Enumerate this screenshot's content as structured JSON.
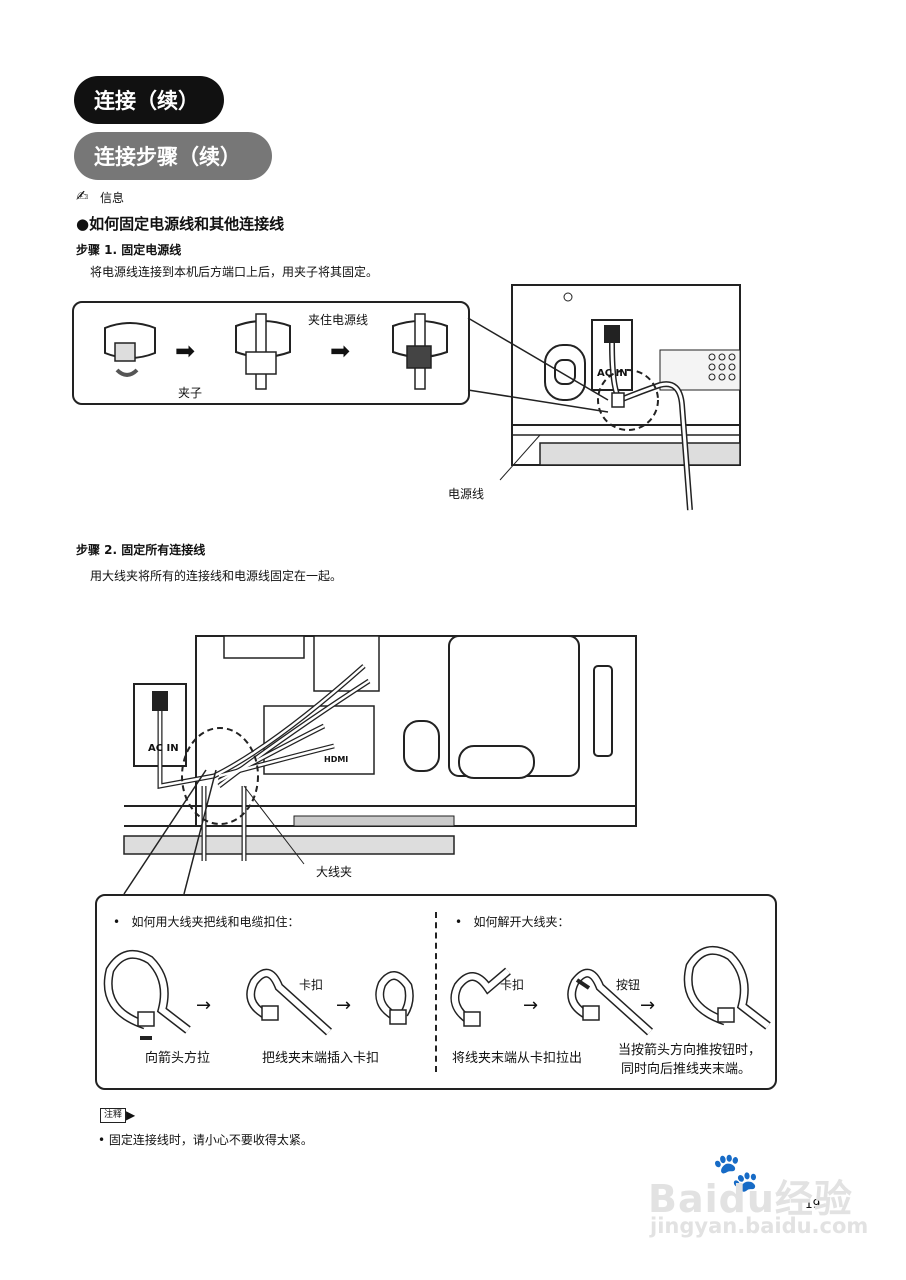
{
  "header": {
    "section_title": "连接（续）",
    "subsection_title": "连接步骤（续）"
  },
  "info": {
    "label": "信息",
    "heading": "●如何固定电源线和其他连接线"
  },
  "step1": {
    "title": "步骤 1. 固定电源线",
    "body": "将电源线连接到本机后方端口上后，用夹子将其固定。",
    "label_clamp_power": "夹住电源线",
    "label_clip": "夹子",
    "label_power_cord": "电源线",
    "panel_ac_in": "AC IN"
  },
  "step2": {
    "title": "步骤 2. 固定所有连接线",
    "body": "用大线夹将所有的连接线和电源线固定在一起。",
    "label_big_clamp": "大线夹",
    "panel_ac_in": "AC IN",
    "panel_hdmi": "HDMI"
  },
  "instructions": {
    "left_bullet": "如何用大线夹把线和电缆扣住：",
    "right_bullet": "如何解开大线夹：",
    "label_buckle_1": "卡扣",
    "label_buckle_2": "卡扣",
    "label_button": "按钮",
    "caption_pull": "向箭头方拉",
    "caption_insert": "把线夹末端插入卡扣",
    "caption_pullout": "将线夹末端从卡扣拉出",
    "caption_press_line1": "当按箭头方向推按钮时，",
    "caption_press_line2": "同时向后推线夹末端。"
  },
  "note": {
    "badge": "注释",
    "text": "• 固定连接线时，请小心不要收得太紧。"
  },
  "footer": {
    "page_number": "19",
    "watermark_brand": "Baidu经验",
    "watermark_url": "jingyan.baidu.com"
  }
}
